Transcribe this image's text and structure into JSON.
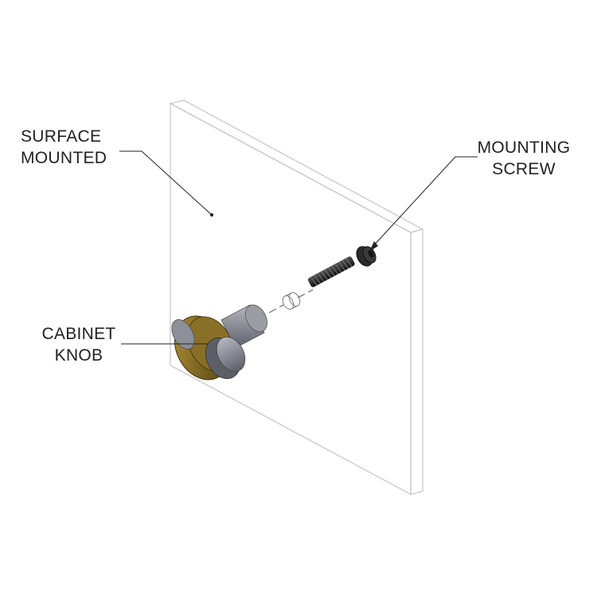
{
  "labels": {
    "surface": [
      "SURFACE",
      "MOUNTED"
    ],
    "screw": [
      "MOUNTING",
      "SCREW"
    ],
    "knob": [
      "CABINET",
      "KNOB"
    ]
  },
  "colors": {
    "panel_edge": "#c8c8c8",
    "knob_brass": "#7a6420",
    "knob_brass_light": "#a88a30",
    "post_gray": "#8c8f96",
    "screw_dark": "#2a2a2a",
    "leader": "#222222"
  }
}
